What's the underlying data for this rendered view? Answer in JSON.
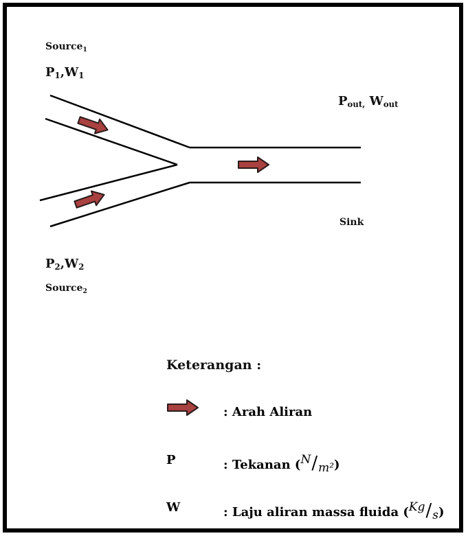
{
  "diagram": {
    "source1": {
      "name": "Source",
      "sub": "1",
      "p": "P",
      "p_sub": "1",
      "w": "W",
      "w_sub": "1"
    },
    "source2": {
      "name": "Source",
      "sub": "2",
      "p": "P",
      "p_sub": "2",
      "w": "W",
      "w_sub": "2"
    },
    "outlet": {
      "p": "P",
      "p_sub": "out,",
      "w": "W",
      "w_sub": "out"
    },
    "sink": "Sink",
    "arrow_color": "#a8413f"
  },
  "legend": {
    "title": "Keterangan :",
    "items": [
      {
        "symbol": "",
        "text": ": Arah Aliran",
        "icon": "flow-arrow-icon"
      },
      {
        "symbol": "P",
        "text": ": Tekanan (",
        "unit_num": "N",
        "unit_den": "m²",
        "close": ")"
      },
      {
        "symbol": "W",
        "text": ": Laju aliran massa fluida (",
        "unit_num": "Kg",
        "unit_den": "s",
        "close": ")"
      }
    ]
  }
}
